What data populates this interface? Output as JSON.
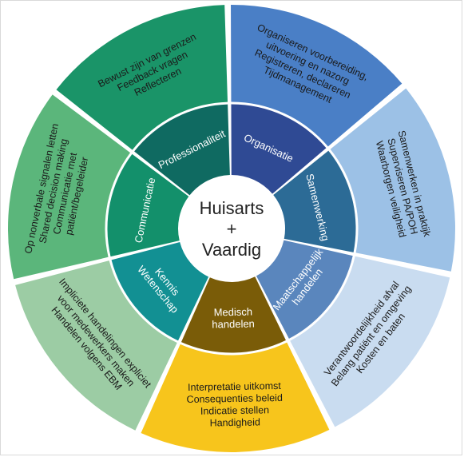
{
  "center": {
    "lines": [
      "Huisarts",
      "+",
      "Vaardig"
    ]
  },
  "segments": [
    {
      "inner_label": [
        "Organisatie"
      ],
      "inner_color": "#2f4a94",
      "outer_lines": [
        "Organiseren voorbereiding,",
        "uitvoering en nazorg",
        "Registreren, declareren",
        "Tijdmanagement"
      ],
      "outer_color": "#4a7fc6"
    },
    {
      "inner_label": [
        "Samenwerking"
      ],
      "inner_color": "#2c6b96",
      "outer_lines": [
        "Samenwerken in praktijk",
        "Superviseren PA/POH",
        "Waarborgen veiligheid"
      ],
      "outer_color": "#9cc1e6"
    },
    {
      "inner_label": [
        "Maatschappelijk",
        "handelen"
      ],
      "inner_color": "#5a86bd",
      "outer_lines": [
        "Verantwoordelijkheid afval",
        "Belang patiënt en omgeving",
        "Kosten en baten"
      ],
      "outer_color": "#c9dcf0"
    },
    {
      "inner_label": [
        "Medisch",
        "handelen"
      ],
      "inner_color": "#7a5c08",
      "outer_lines": [
        "Interpretatie uitkomst",
        "Consequenties beleid",
        "Indicatie stellen",
        "Handigheid"
      ],
      "outer_color": "#f7c51c"
    },
    {
      "inner_label": [
        "Kennis",
        "Wetenschap"
      ],
      "inner_color": "#129093",
      "outer_lines": [
        "Impliciete handelingen expliciet",
        "voor medewerkers maken",
        "Handelen volgens EBM"
      ],
      "outer_color": "#9ccca4"
    },
    {
      "inner_label": [
        "Communicatie"
      ],
      "inner_color": "#13906b",
      "outer_lines": [
        "Op nonverbale signalen letten",
        "Shared decision making",
        "Communicatie met",
        "patiënt/begeleider"
      ],
      "outer_color": "#5bb67b"
    },
    {
      "inner_label": [
        "Professionaliteit"
      ],
      "inner_color": "#0f6a61",
      "outer_lines": [
        "Bewust zijn van grenzen",
        "Feedback vragen",
        "Reflecteren"
      ],
      "outer_color": "#1a9468"
    }
  ]
}
